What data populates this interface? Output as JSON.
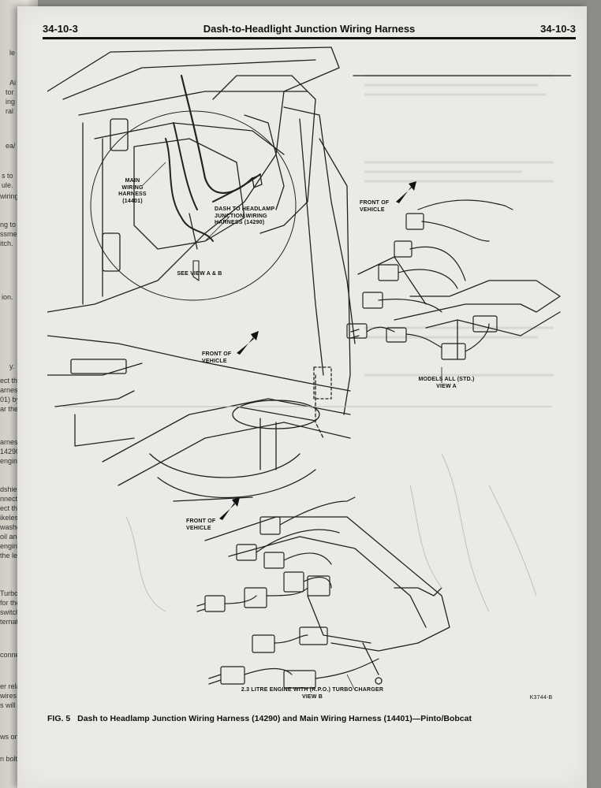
{
  "header": {
    "page_left": "34-10-3",
    "title": "Dash-to-Headlight Junction Wiring Harness",
    "page_right": "34-10-3"
  },
  "figure": {
    "labels": {
      "main_wiring_harness": "MAIN\nWIRING\nHARNESS\n(14401)",
      "dash_to_headlamp": "DASH TO HEADLAMP\nJUNCTION WIRING\nHARNESS (14290)",
      "see_view": "SEE VIEW A & B",
      "front_vehicle_center": "FRONT OF\nVEHICLE",
      "front_vehicle_view_a": "FRONT OF\nVEHICLE",
      "models_all": "MODELS ALL (STD.)\nVIEW A",
      "front_vehicle_view_b": "FRONT OF\nVEHICLE",
      "turbo_engine": "2.3 LITRE ENGINE WITH (R.P.O.) TURBO CHARGER\nVIEW B",
      "part_code": "K3744-B"
    }
  },
  "caption": {
    "fig_no": "FIG. 5",
    "text": "Dash to Headlamp Junction Wiring Harness (14290) and Main Wiring Harness (14401)—Pinto/Bobcat"
  },
  "left_page_fragments": [
    "le",
    "Ai",
    "tor",
    "ing",
    "ral",
    "ea/",
    "s to",
    "ule.",
    "wiring",
    "ng to",
    "ssmer",
    "itch.",
    "ion.",
    "y.",
    "ect the",
    "arness",
    "01) by",
    "ar the",
    "arness",
    "14290",
    "engine",
    "dshield",
    "nnector",
    "ect the",
    "ikeless",
    "washer",
    "oil and",
    "engine",
    "the left",
    "Turbo",
    "for the",
    "switch",
    "ternator",
    "connect",
    "er relay",
    "wires ar",
    "s will be",
    "ws on the",
    "n bolt, s"
  ]
}
